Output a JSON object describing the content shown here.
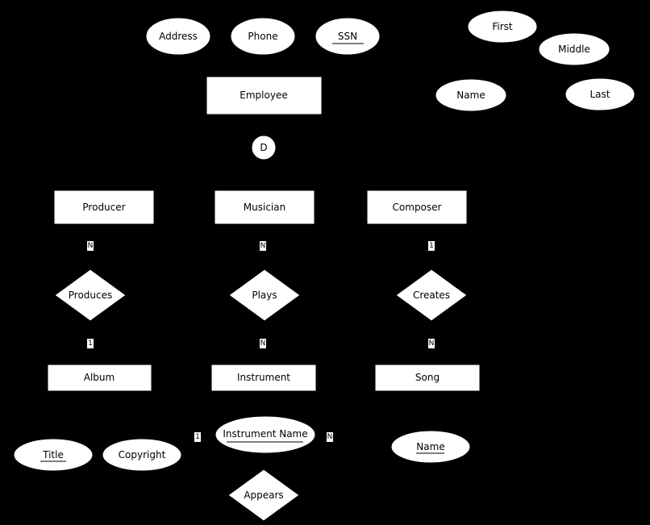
{
  "colors": {
    "background": "#000000",
    "shape_fill": "#ffffff",
    "text": "#000000"
  },
  "attributes": {
    "address": "Address",
    "phone": "Phone",
    "ssn": "SSN",
    "first": "First",
    "middle": "Middle",
    "name_composite": "Name",
    "last": "Last",
    "instrument_name": "Instrument Name",
    "title": "Title",
    "copyright": "Copyright",
    "song_name": "Name"
  },
  "entities": {
    "employee": "Employee",
    "producer": "Producer",
    "musician": "Musician",
    "composer": "Composer",
    "album": "Album",
    "instrument": "Instrument",
    "song": "Song"
  },
  "specialization": {
    "disjoint": "D"
  },
  "relationships": {
    "produces": "Produces",
    "plays": "Plays",
    "creates": "Creates",
    "appears": "Appears"
  },
  "cardinalities": {
    "producer_produces": "N",
    "produces_album": "1",
    "musician_plays": "N",
    "plays_instrument": "N",
    "composer_creates": "1",
    "creates_song": "N",
    "appears_left": "1",
    "appears_right": "N"
  }
}
